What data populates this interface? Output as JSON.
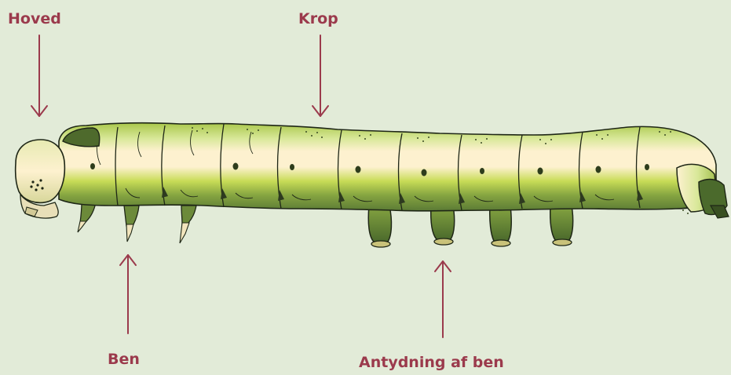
{
  "labels": {
    "head": "Hoved",
    "body": "Krop",
    "legs": "Ben",
    "prolegs": "Antydning af ben"
  },
  "colors": {
    "background": "#e2ebd8",
    "label": "#9b3a4c",
    "arrow": "#9b3a4c",
    "body_light": "#fdf1cf",
    "body_green": "#c8dc57",
    "body_dark": "#5b7a35",
    "outline": "#1e2616",
    "spot": "#394a23"
  }
}
